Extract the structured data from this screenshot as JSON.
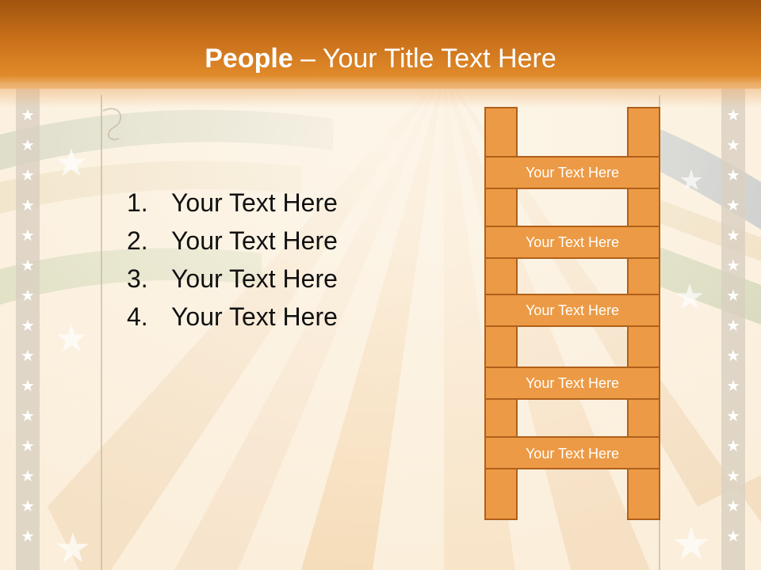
{
  "slide": {
    "title_bold": "People",
    "title_rest": " – Your Title Text Here",
    "list_items": [
      {
        "num": "1.",
        "text": "Your Text Here"
      },
      {
        "num": "2.",
        "text": "Your Text Here"
      },
      {
        "num": "3.",
        "text": "Your Text Here"
      },
      {
        "num": "4.",
        "text": "Your Text Here"
      }
    ],
    "ladder_rungs": [
      "Your Text Here",
      "Your Text Here",
      "Your Text Here",
      "Your Text Here",
      "Your Text Here"
    ]
  },
  "colors": {
    "header": "#c9701a",
    "ladder_fill": "#ec9a45",
    "ladder_stroke": "#b0601a",
    "background": "#fdf6ea"
  }
}
